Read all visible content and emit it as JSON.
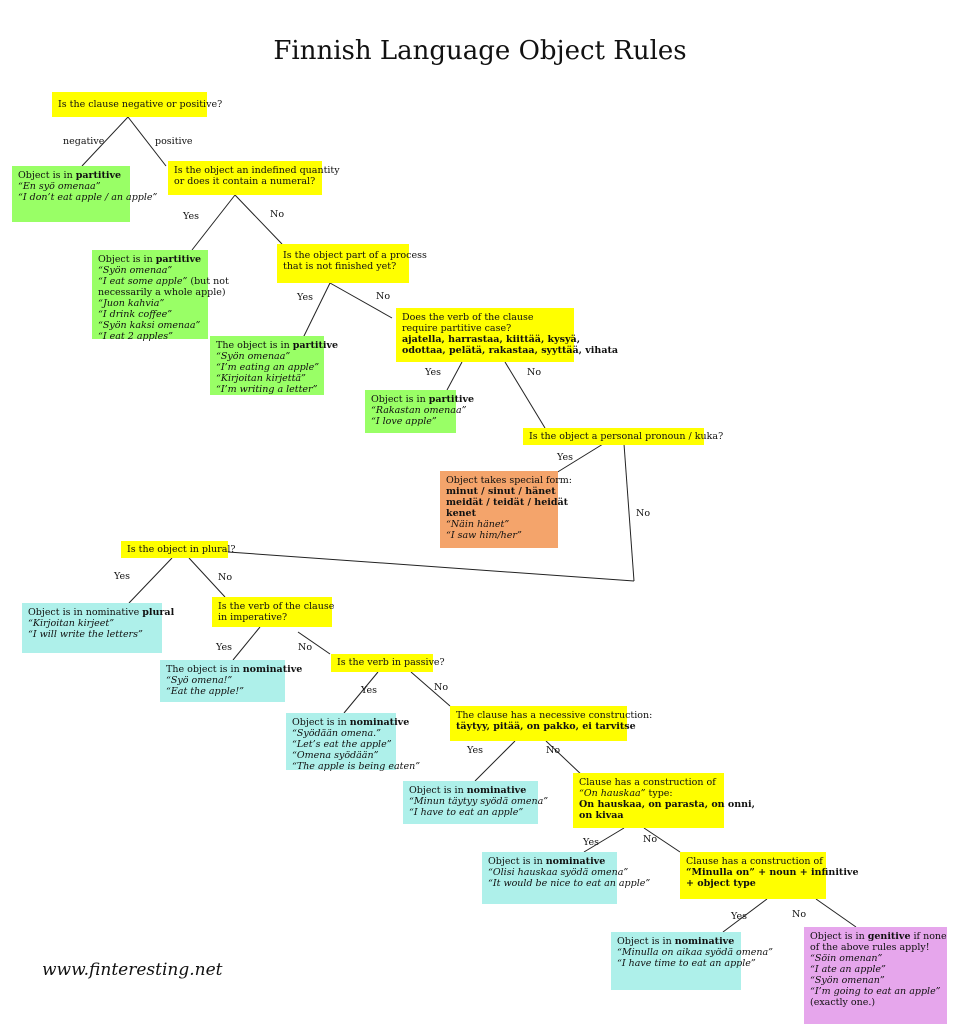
{
  "title": "Finnish Language Object Rules",
  "website": "www.finteresting.net",
  "colors": {
    "question": "#ffff00",
    "partitive": "#99ff66",
    "special_form": "#f4a46b",
    "nominative": "#aef0ea",
    "genitive": "#e6a6ec"
  },
  "q1": {
    "line1": "Is the clause negative or positive?"
  },
  "labels": {
    "negative": "negative",
    "positive": "positive",
    "yes": "Yes",
    "no": "No"
  },
  "neg_part": {
    "pre": "Object is in ",
    "bold": "partitive",
    "ex1": "“En syö omenaa”",
    "ex2": "“I don’t eat apple / an apple”"
  },
  "q2": {
    "line1": "Is the object an indefined quantity",
    "line2": "or does it contain a numeral?"
  },
  "num_part": {
    "pre": "Object is in ",
    "bold": "partitive",
    "ex1": "“Syön omenaa”",
    "ex2": "“I eat some apple”",
    "note1": " (but not",
    "note2": "necessarily a whole apple)",
    "ex3": "“Juon kahvia”",
    "ex4": "“I drink coffee”",
    "ex5": "“Syön kaksi omenaa”",
    "ex6": "“I eat 2 apples”"
  },
  "q3": {
    "line1": "Is the object part of a process",
    "line2": "that is not finished yet?"
  },
  "proc_part": {
    "pre": "The object is in ",
    "bold": "partitive",
    "ex1": "“Syön omenaa”",
    "ex2": "“I’m eating an apple”",
    "ex3": "“Kirjoitan kirjettä”",
    "ex4": "“I’m writing a letter”"
  },
  "q4": {
    "line1": "Does the verb of the clause",
    "line2": "require partitive case?",
    "bold1": "ajatella, harrastaa, kiittää, kysyä,",
    "bold2": "odottaa, pelätä, rakastaa, syyttää, vihata"
  },
  "verb_part": {
    "pre": "Object is in ",
    "bold": "partitive",
    "ex1": "“Rakastan omenaa”",
    "ex2": "“I love apple”"
  },
  "q5": {
    "line1": "Is the object a personal pronoun / kuka?"
  },
  "special": {
    "line1": "Object takes special form:",
    "bold1": "minut / sinut / hänet",
    "bold2": "meidät / teidät / heidät",
    "bold3": "kenet",
    "ex1": "“Näin hänet”",
    "ex2": "“I saw him/her”"
  },
  "q6": {
    "line1": "Is the object in plural?"
  },
  "plural": {
    "pre": "Object is in nominative ",
    "bold": "plural",
    "ex1": "“Kirjoitan kirjeet”",
    "ex2": "“I will write the letters”"
  },
  "q7": {
    "line1": "Is the verb of the clause",
    "line2": "in imperative?"
  },
  "imper": {
    "pre": "The object is in ",
    "bold": "nominative",
    "ex1": "“Syö omena!”",
    "ex2": "“Eat the apple!”"
  },
  "q8": {
    "line1": "Is the verb in passive?"
  },
  "passive": {
    "pre": "Object is in ",
    "bold": "nominative",
    "ex1": "“Syödään omena.”",
    "ex2": "“Let’s eat the apple”",
    "ex3": "“Omena syödään”",
    "ex4": "“The apple is being eaten”"
  },
  "q9": {
    "line1": "The clause has a necessive construction:",
    "bold1": "täytyy, pitää, on pakko, ei tarvitse"
  },
  "necess": {
    "pre": "Object is in ",
    "bold": "nominative",
    "ex1": "“Minun täytyy syödä omena”",
    "ex2": "“I have to eat an apple”"
  },
  "q10": {
    "line1": "Clause has a construction of",
    "ex1": "“On hauskaa”",
    "line2": " type:",
    "bold1": "On hauskaa, on parasta, on onni,",
    "bold2": "on kivaa"
  },
  "hauskaa": {
    "pre": "Object is in ",
    "bold": "nominative",
    "ex1": "“Olisi hauskaa syödä omena”",
    "ex2": "“It would be nice to eat an apple”"
  },
  "q11": {
    "line1": "Clause has a construction of",
    "bold1": "“Minulla on” + noun + infinitive",
    "bold2": "+ object type"
  },
  "minulla": {
    "pre": "Object is in ",
    "bold": "nominative",
    "ex1": "“Minulla on aikaa syödä omena”",
    "ex2": "“I have time to eat an apple”"
  },
  "genitive": {
    "pre": "Object is in ",
    "bold": "genitive",
    "post1": " if none",
    "post2": "of the above rules apply!",
    "ex1": "“Söin omenan”",
    "ex2": "“I ate an apple”",
    "ex3": "“Syön omenan”",
    "ex4": "“I’m going to eat an apple”",
    "note": "(exactly one.)"
  }
}
